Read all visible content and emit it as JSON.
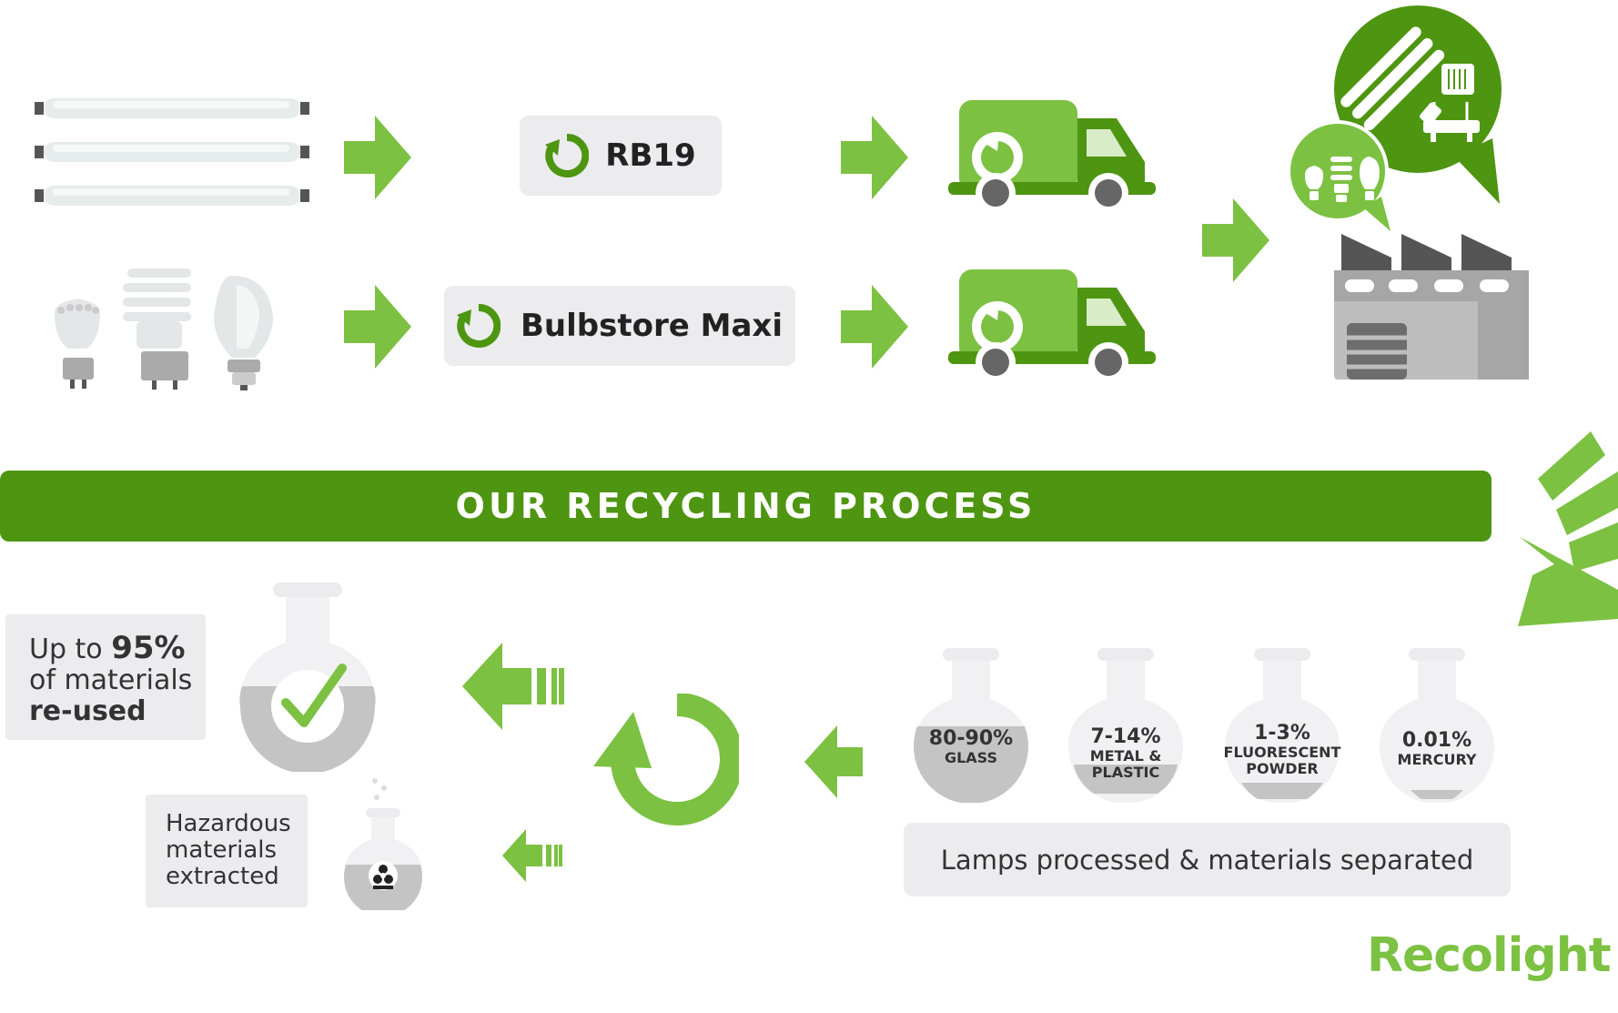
{
  "banner": {
    "title": "OUR RECYCLING PROCESS"
  },
  "collection": {
    "option_1": "RB19",
    "option_2": "Bulbstore Maxi"
  },
  "reuse": {
    "prefix": "Up to ",
    "percent": "95%",
    "line2": "of materials",
    "line3": "re-used"
  },
  "hazardous": {
    "line1": "Hazardous",
    "line2": "materials",
    "line3": "extracted"
  },
  "materials": [
    {
      "percent": "80-90%",
      "name": "GLASS"
    },
    {
      "percent": "7-14%",
      "name": "METAL & PLASTIC"
    },
    {
      "percent": "1-3%",
      "name": "FLUORESCENT POWDER"
    },
    {
      "percent": "0.01%",
      "name": "MERCURY"
    }
  ],
  "separation": {
    "label": "Lamps processed & materials separated"
  },
  "logo": {
    "text": "Recolight"
  },
  "colors": {
    "primary_green": "#4e9511",
    "arrow_green": "#7cc142",
    "light_grey": "#ececef",
    "dark_grey": "#555555"
  },
  "icons": [
    "fluorescent-tube-icon",
    "bulb-icon",
    "recycle-icon",
    "truck-icon",
    "factory-icon",
    "speech-bubble-icon",
    "flask-icon",
    "checkmark-icon",
    "biohazard-icon"
  ]
}
